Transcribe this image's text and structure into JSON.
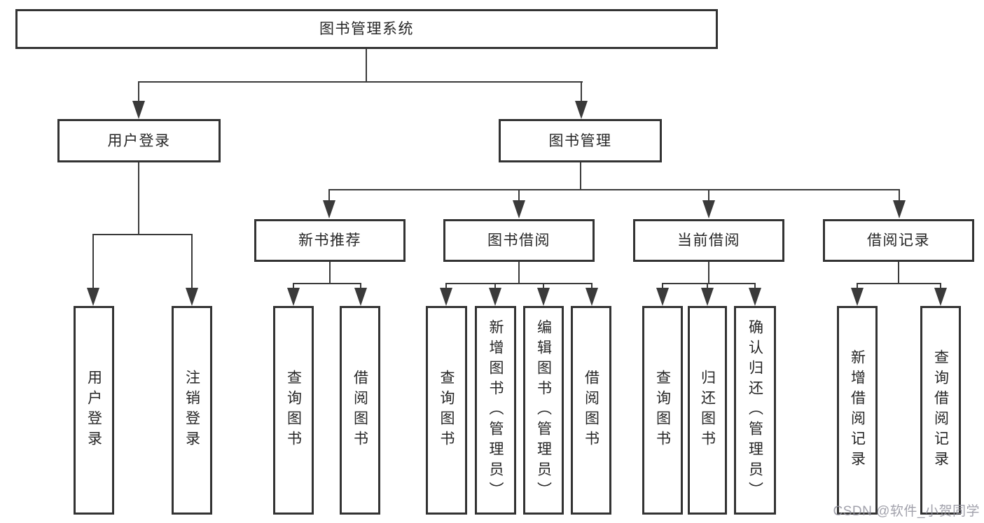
{
  "tree": {
    "root": {
      "label": "图书管理系统",
      "children": [
        {
          "label": "用户登录",
          "children": [
            {
              "label": "用户登录"
            },
            {
              "label": "注销登录"
            }
          ]
        },
        {
          "label": "图书管理",
          "children": [
            {
              "label": "新书推荐",
              "children": [
                {
                  "label": "查询图书"
                },
                {
                  "label": "借阅图书"
                }
              ]
            },
            {
              "label": "图书借阅",
              "children": [
                {
                  "label": "查询图书"
                },
                {
                  "label": "新增图书（管理员）"
                },
                {
                  "label": "编辑图书（管理员）"
                },
                {
                  "label": "借阅图书"
                }
              ]
            },
            {
              "label": "当前借阅",
              "children": [
                {
                  "label": "查询图书"
                },
                {
                  "label": "归还图书"
                },
                {
                  "label": "确认归还（管理员）"
                }
              ]
            },
            {
              "label": "借阅记录",
              "children": [
                {
                  "label": "新增借阅记录"
                },
                {
                  "label": "查询借阅记录"
                }
              ]
            }
          ]
        }
      ]
    }
  },
  "watermark": {
    "text": "CSDN @软件_小贺同学"
  },
  "colors": {
    "line": "#3a3a3a",
    "border": "#333333",
    "text": "#262626",
    "background": "#ffffff",
    "watermark": "#9191 9c"
  }
}
